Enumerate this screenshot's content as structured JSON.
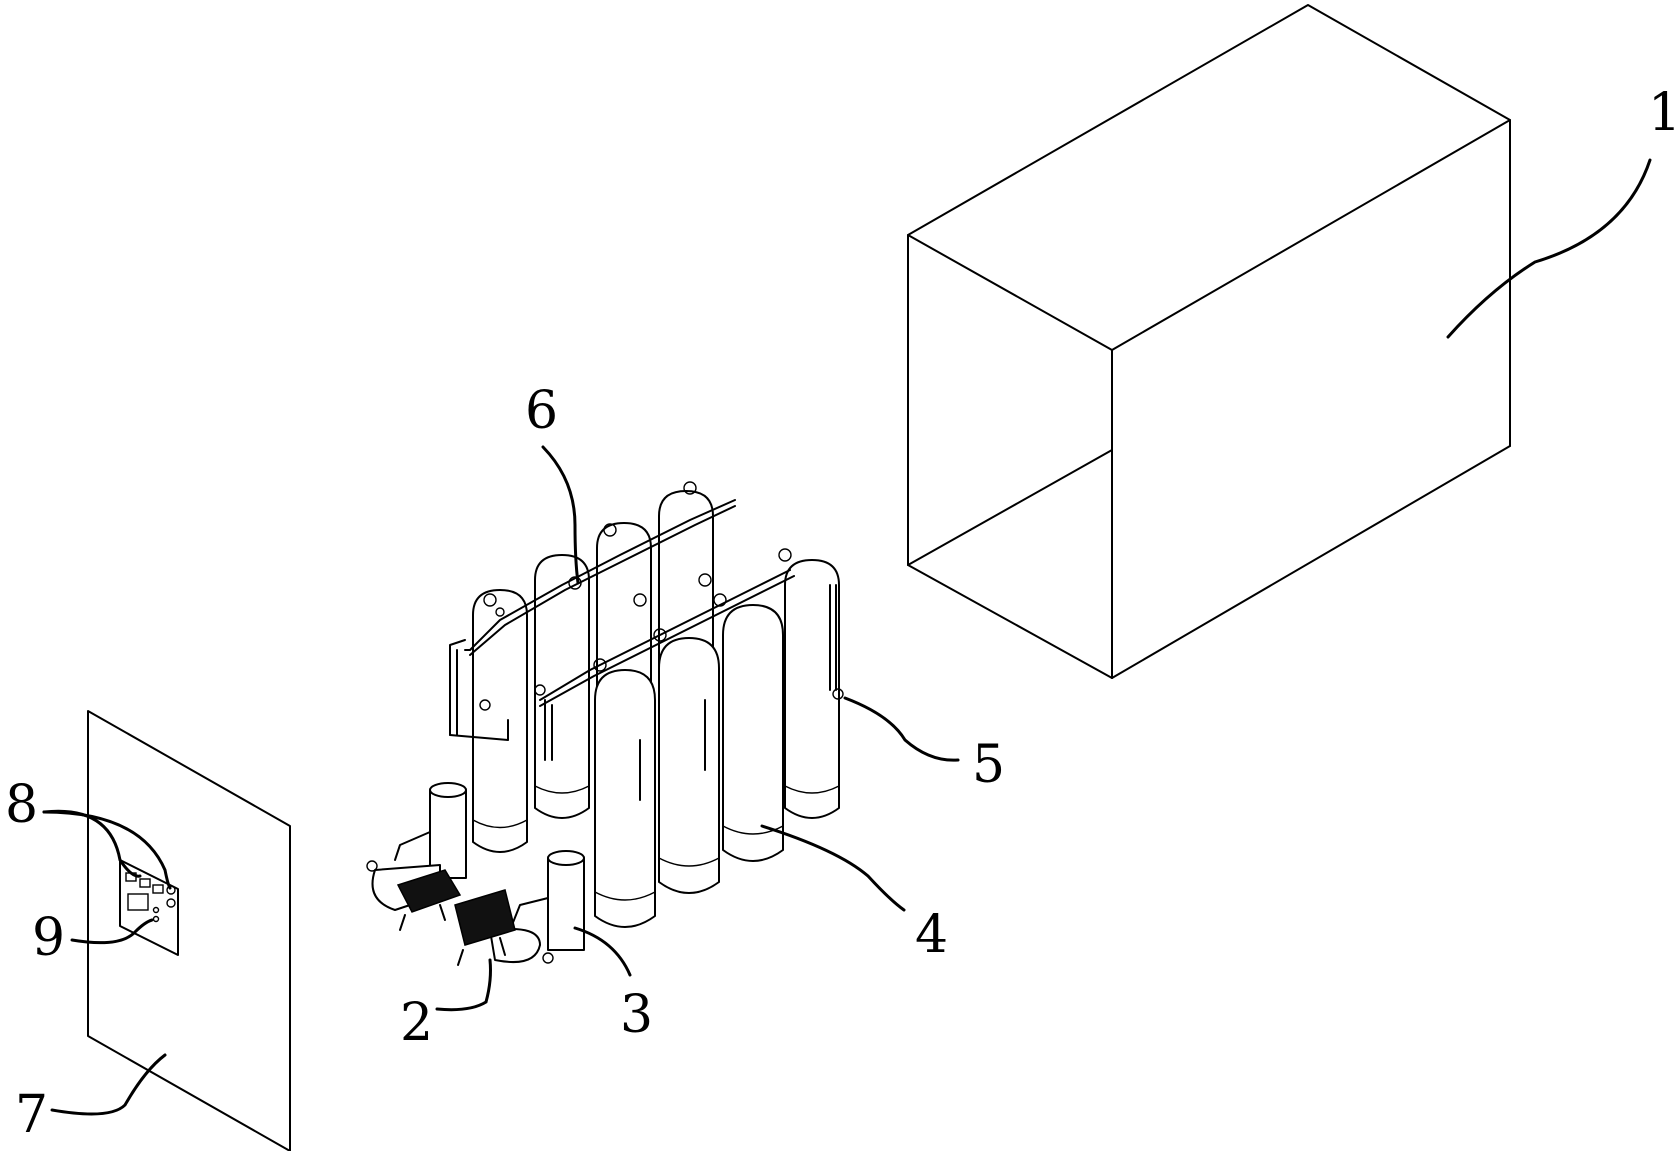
{
  "figure": {
    "labels": [
      {
        "id": "1",
        "text": "1",
        "refers_to": "container-box"
      },
      {
        "id": "2",
        "text": "2",
        "refers_to": "pump"
      },
      {
        "id": "3",
        "text": "3",
        "refers_to": "small-tank"
      },
      {
        "id": "4",
        "text": "4",
        "refers_to": "filter-tank"
      },
      {
        "id": "5",
        "text": "5",
        "refers_to": "pipe-fitting"
      },
      {
        "id": "6",
        "text": "6",
        "refers_to": "valve"
      },
      {
        "id": "7",
        "text": "7",
        "refers_to": "wall-panel"
      },
      {
        "id": "8",
        "text": "8",
        "refers_to": "control-buttons"
      },
      {
        "id": "9",
        "text": "9",
        "refers_to": "control-display"
      }
    ]
  }
}
